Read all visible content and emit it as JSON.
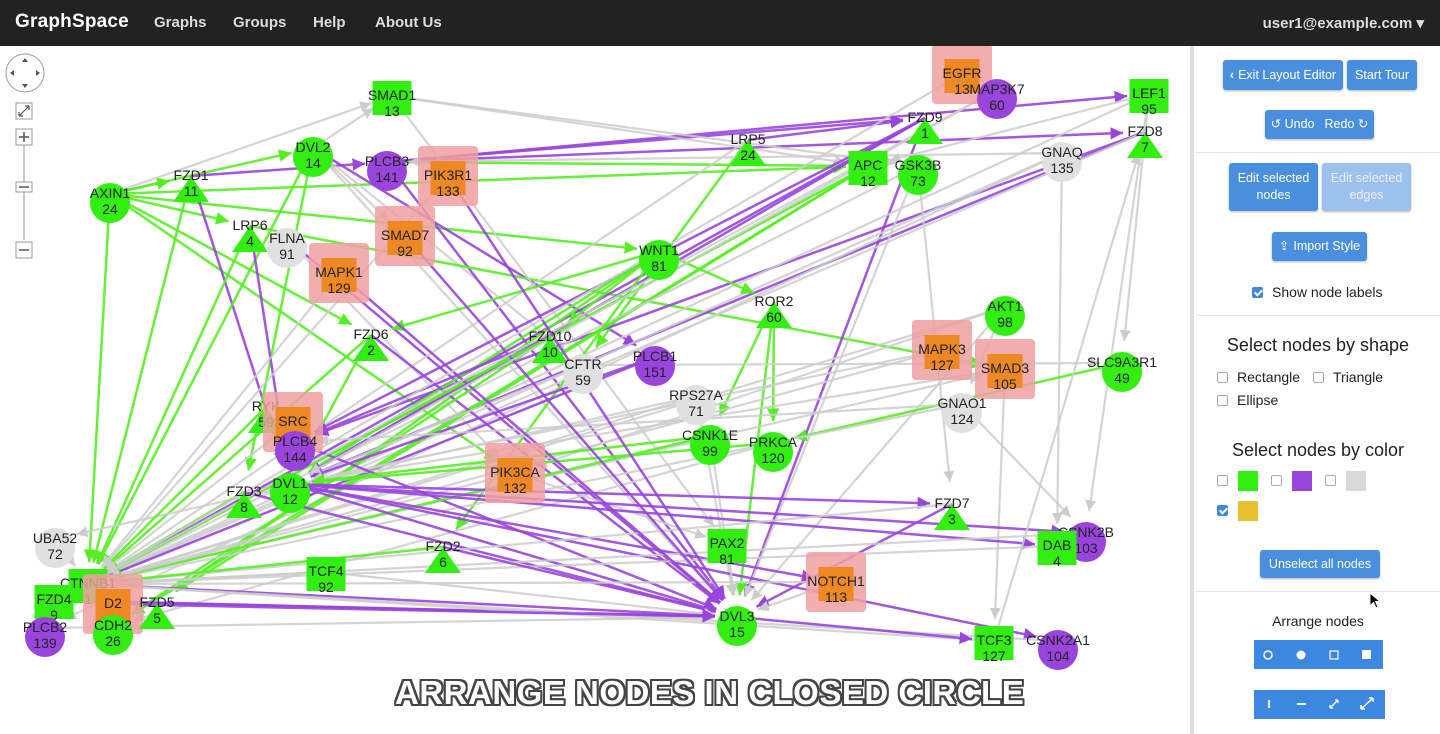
{
  "navbar": {
    "brand": "GraphSpace",
    "items": [
      "Graphs",
      "Groups",
      "Help",
      "About Us"
    ],
    "user": "user1@example.com ▾"
  },
  "toolbar": {
    "exit_layout": "Exit Layout Editor",
    "start_tour": "Start Tour",
    "undo": "Undo",
    "redo": "Redo",
    "edit_nodes": "Edit selected nodes",
    "edit_edges": "Edit selected edges",
    "import_style": "Import Style",
    "show_labels": "Show node labels",
    "unselect_all": "Unselect all nodes"
  },
  "shape_select": {
    "title": "Select nodes by shape",
    "options": [
      "Rectangle",
      "Triangle",
      "Ellipse"
    ]
  },
  "color_select": {
    "title": "Select nodes by color",
    "colors": [
      "#33ee11",
      "#9944dd",
      "#d8d8d8",
      "#e8c030"
    ],
    "checked": [
      false,
      false,
      false,
      true
    ]
  },
  "arrange": {
    "title": "Arrange nodes",
    "row1_icons": [
      "circle-outline-icon",
      "circle-filled-icon",
      "square-outline-icon",
      "square-filled-icon"
    ],
    "row2_icons": [
      "vertical-line-icon",
      "horizontal-line-icon",
      "diagonal-compress-icon",
      "diagonal-expand-icon"
    ]
  },
  "overlay_caption": "ARRANGE NODES IN CLOSED CIRCLE",
  "graph": {
    "colors": {
      "green": "#33ee11",
      "purple": "#9944dd",
      "orange": "#ee8822",
      "grey": "#e0e0e0",
      "pink": "#f0a0a0",
      "edge_grey": "#cccccc",
      "edge_green": "#55ee22",
      "edge_purple": "#9944dd"
    },
    "nodes": [
      {
        "id": "SMAD1",
        "label": "SMAD1",
        "num": "13",
        "shape": "rect",
        "color": "green"
      },
      {
        "id": "EGFR",
        "label": "EGFR",
        "num": "13",
        "shape": "rect",
        "color": "orange",
        "hl": true
      },
      {
        "id": "MAP3K7",
        "label": "MAP3K7",
        "num": "60",
        "shape": "circle",
        "color": "purple"
      },
      {
        "id": "LEF1",
        "label": "LEF1",
        "num": "95",
        "shape": "rect",
        "color": "green"
      },
      {
        "id": "FZD9",
        "label": "FZD9",
        "num": "1",
        "shape": "tri",
        "color": "green"
      },
      {
        "id": "FZD8",
        "label": "FZD8",
        "num": "7",
        "shape": "tri",
        "color": "green"
      },
      {
        "id": "LRP5",
        "label": "LRP5",
        "num": "24",
        "shape": "tri",
        "color": "green"
      },
      {
        "id": "GNAQ",
        "label": "GNAQ",
        "num": "135",
        "shape": "circle",
        "color": "grey"
      },
      {
        "id": "DVL2",
        "label": "DVL2",
        "num": "14",
        "shape": "circle",
        "color": "green"
      },
      {
        "id": "PLCB3",
        "label": "PLCB3",
        "num": "141",
        "shape": "circle",
        "color": "purple"
      },
      {
        "id": "PIK3R1",
        "label": "PIK3R1",
        "num": "133",
        "shape": "rect",
        "color": "orange",
        "hl": true
      },
      {
        "id": "APC",
        "label": "APC",
        "num": "12",
        "shape": "rect",
        "color": "green"
      },
      {
        "id": "GSK3B",
        "label": "GSK3B",
        "num": "73",
        "shape": "circle",
        "color": "green"
      },
      {
        "id": "FZD1",
        "label": "FZD1",
        "num": "11",
        "shape": "tri",
        "color": "green"
      },
      {
        "id": "AXIN1",
        "label": "AXIN1",
        "num": "24",
        "shape": "circle",
        "color": "green"
      },
      {
        "id": "LRP6",
        "label": "LRP6",
        "num": "4",
        "shape": "tri",
        "color": "green"
      },
      {
        "id": "FLNA",
        "label": "FLNA",
        "num": "91",
        "shape": "circle",
        "color": "grey"
      },
      {
        "id": "SMAD7",
        "label": "SMAD7",
        "num": "92",
        "shape": "rect",
        "color": "orange",
        "hl": true
      },
      {
        "id": "WNT1",
        "label": "WNT1",
        "num": "81",
        "shape": "circle",
        "color": "green"
      },
      {
        "id": "MAPK1",
        "label": "MAPK1",
        "num": "129",
        "shape": "rect",
        "color": "orange",
        "hl": true
      },
      {
        "id": "ROR2",
        "label": "ROR2",
        "num": "60",
        "shape": "tri",
        "color": "green"
      },
      {
        "id": "AKT1",
        "label": "AKT1",
        "num": "98",
        "shape": "circle",
        "color": "green"
      },
      {
        "id": "FZD6",
        "label": "FZD6",
        "num": "2",
        "shape": "tri",
        "color": "green"
      },
      {
        "id": "FZD10",
        "label": "FZD10",
        "num": "10",
        "shape": "tri",
        "color": "green"
      },
      {
        "id": "CFTR",
        "label": "CFTR",
        "num": "59",
        "shape": "circle",
        "color": "grey"
      },
      {
        "id": "PLCB1",
        "label": "PLCB1",
        "num": "151",
        "shape": "circle",
        "color": "purple"
      },
      {
        "id": "MAPK3",
        "label": "MAPK3",
        "num": "127",
        "shape": "rect",
        "color": "orange",
        "hl": true
      },
      {
        "id": "SMAD3",
        "label": "SMAD3",
        "num": "105",
        "shape": "rect",
        "color": "orange",
        "hl": true
      },
      {
        "id": "SLC9A3R1",
        "label": "SLC9A3R1",
        "num": "49",
        "shape": "circle",
        "color": "green"
      },
      {
        "id": "RPS27A",
        "label": "RPS27A",
        "num": "71",
        "shape": "circle",
        "color": "grey"
      },
      {
        "id": "GNAO1",
        "label": "GNAO1",
        "num": "124",
        "shape": "circle",
        "color": "grey"
      },
      {
        "id": "RYK",
        "label": "RYK",
        "num": "59",
        "shape": "tri",
        "color": "green"
      },
      {
        "id": "SRC",
        "label": "SRC",
        "num": "",
        "shape": "rect",
        "color": "orange",
        "hl": true
      },
      {
        "id": "PLCB4",
        "label": "PLCB4",
        "num": "144",
        "shape": "circle",
        "color": "purple"
      },
      {
        "id": "CSNK1E",
        "label": "CSNK1E",
        "num": "99",
        "shape": "circle",
        "color": "green"
      },
      {
        "id": "PRKCA",
        "label": "PRKCA",
        "num": "120",
        "shape": "circle",
        "color": "green"
      },
      {
        "id": "PIK3CA",
        "label": "PIK3CA",
        "num": "132",
        "shape": "rect",
        "color": "orange",
        "hl": true
      },
      {
        "id": "FZD3",
        "label": "FZD3",
        "num": "8",
        "shape": "tri",
        "color": "green"
      },
      {
        "id": "DVL1",
        "label": "DVL1",
        "num": "12",
        "shape": "circle",
        "color": "green"
      },
      {
        "id": "FZD7",
        "label": "FZD7",
        "num": "3",
        "shape": "tri",
        "color": "green"
      },
      {
        "id": "CSNK2B",
        "label": "CSNK2B",
        "num": "103",
        "shape": "circle",
        "color": "purple"
      },
      {
        "id": "DAB",
        "label": "DAB",
        "num": "4",
        "shape": "rect",
        "color": "green"
      },
      {
        "id": "UBA52",
        "label": "UBA52",
        "num": "72",
        "shape": "circle",
        "color": "grey"
      },
      {
        "id": "PAX2",
        "label": "PAX2",
        "num": "81",
        "shape": "rect",
        "color": "green"
      },
      {
        "id": "FZD2",
        "label": "FZD2",
        "num": "6",
        "shape": "tri",
        "color": "green"
      },
      {
        "id": "TCF4",
        "label": "TCF4",
        "num": "92",
        "shape": "rect",
        "color": "green"
      },
      {
        "id": "NOTCH1",
        "label": "NOTCH1",
        "num": "113",
        "shape": "rect",
        "color": "orange",
        "hl": true
      },
      {
        "id": "CTNNB1",
        "label": "CTNNB1",
        "num": "1",
        "shape": "rect",
        "color": "green"
      },
      {
        "id": "FZD4",
        "label": "FZD4",
        "num": "9",
        "shape": "rect",
        "color": "green"
      },
      {
        "id": "D2",
        "label": "D2",
        "num": "",
        "shape": "rect",
        "color": "orange",
        "hl": true
      },
      {
        "id": "FZD5",
        "label": "FZD5",
        "num": "5",
        "shape": "tri",
        "color": "green"
      },
      {
        "id": "PLCB2",
        "label": "PLCB2",
        "num": "139",
        "shape": "circle",
        "color": "purple"
      },
      {
        "id": "CDH2",
        "label": "CDH2",
        "num": "26",
        "shape": "circle",
        "color": "green"
      },
      {
        "id": "DVL3",
        "label": "DVL3",
        "num": "15",
        "shape": "circle",
        "color": "green"
      },
      {
        "id": "TCF3",
        "label": "TCF3",
        "num": "127",
        "shape": "rect",
        "color": "green"
      },
      {
        "id": "CSNK2A1",
        "label": "CSNK2A1",
        "num": "104",
        "shape": "circle",
        "color": "purple"
      }
    ],
    "edges": [
      [
        "AXIN1",
        "FZD1",
        "green"
      ],
      [
        "AXIN1",
        "DVL2",
        "green"
      ],
      [
        "AXIN1",
        "LRP6",
        "green"
      ],
      [
        "AXIN1",
        "SMAD1",
        "grey"
      ],
      [
        "AXIN1",
        "FZD6",
        "green"
      ],
      [
        "AXIN1",
        "WNT1",
        "green"
      ],
      [
        "AXIN1",
        "PIK3CA",
        "green"
      ],
      [
        "AXIN1",
        "CTNNB1",
        "green"
      ],
      [
        "AXIN1",
        "APC",
        "green"
      ],
      [
        "FZD1",
        "PLCB3",
        "purple"
      ],
      [
        "FZD1",
        "CTNNB1",
        "green"
      ],
      [
        "FZD1",
        "DVL1",
        "purple"
      ],
      [
        "DVL2",
        "PLCB1",
        "purple"
      ],
      [
        "DVL2",
        "SMAD7",
        "grey"
      ],
      [
        "DVL2",
        "FZD3",
        "green"
      ],
      [
        "DVL2",
        "CTNNB1",
        "green"
      ],
      [
        "DVL2",
        "DVL3",
        "grey"
      ],
      [
        "DVL2",
        "CFTR",
        "grey"
      ],
      [
        "DVL2",
        "SMAD1",
        "grey"
      ],
      [
        "PLCB3",
        "FZD9",
        "purple"
      ],
      [
        "PLCB3",
        "FZD8",
        "purple"
      ],
      [
        "PLCB3",
        "LEF1",
        "purple"
      ],
      [
        "PLCB3",
        "DVL3",
        "purple"
      ],
      [
        "PLCB3",
        "APC",
        "green"
      ],
      [
        "LRP6",
        "DVL1",
        "purple"
      ],
      [
        "LRP6",
        "CTNNB1",
        "green"
      ],
      [
        "LRP6",
        "SMAD3",
        "green"
      ],
      [
        "FLNA",
        "PIK3CA",
        "grey"
      ],
      [
        "FLNA",
        "DVL3",
        "purple"
      ],
      [
        "SMAD1",
        "APC",
        "grey"
      ],
      [
        "SMAD1",
        "GSK3B",
        "grey"
      ],
      [
        "SMAD1",
        "PAX2",
        "grey"
      ],
      [
        "LRP5",
        "FZD9",
        "purple"
      ],
      [
        "LRP5",
        "CFTR",
        "green"
      ],
      [
        "LRP5",
        "CTNNB1",
        "grey"
      ],
      [
        "FZD9",
        "DVL1",
        "purple"
      ],
      [
        "FZD9",
        "DVL3",
        "purple"
      ],
      [
        "FZD9",
        "PLCB4",
        "purple"
      ],
      [
        "FZD9",
        "CTNNB1",
        "purple"
      ],
      [
        "FZD8",
        "DVL1",
        "purple"
      ],
      [
        "FZD8",
        "PLCB4",
        "purple"
      ],
      [
        "FZD8",
        "CTNNB1",
        "grey"
      ],
      [
        "LEF1",
        "CTNNB1",
        "grey"
      ],
      [
        "LEF1",
        "APC",
        "grey"
      ],
      [
        "LEF1",
        "CSNK2B",
        "grey"
      ],
      [
        "LEF1",
        "SLC9A3R1",
        "grey"
      ],
      [
        "GNAQ",
        "PLCB3",
        "grey"
      ],
      [
        "GNAQ",
        "CTNNB1",
        "grey"
      ],
      [
        "GNAQ",
        "PLCB2",
        "grey"
      ],
      [
        "GNAQ",
        "DAB",
        "grey"
      ],
      [
        "APC",
        "CTNNB1",
        "green"
      ],
      [
        "APC",
        "CDH2",
        "green"
      ],
      [
        "APC",
        "FZD5",
        "green"
      ],
      [
        "GSK3B",
        "CTNNB1",
        "grey"
      ],
      [
        "GSK3B",
        "DVL3",
        "grey"
      ],
      [
        "GSK3B",
        "FZD7",
        "grey"
      ],
      [
        "WNT1",
        "FZD6",
        "green"
      ],
      [
        "WNT1",
        "FZD10",
        "green"
      ],
      [
        "WNT1",
        "ROR2",
        "green"
      ],
      [
        "WNT1",
        "DVL1",
        "green"
      ],
      [
        "WNT1",
        "FZD2",
        "green"
      ],
      [
        "WNT1",
        "FZD5",
        "green"
      ],
      [
        "ROR2",
        "DVL3",
        "green"
      ],
      [
        "ROR2",
        "PRKCA",
        "green"
      ],
      [
        "ROR2",
        "CSNK1E",
        "green"
      ],
      [
        "AKT1",
        "CTNNB1",
        "grey"
      ],
      [
        "AKT1",
        "GNAO1",
        "grey"
      ],
      [
        "AKT1",
        "DVL3",
        "grey"
      ],
      [
        "AKT1",
        "PIK3CA",
        "grey"
      ],
      [
        "FZD6",
        "DVL3",
        "purple"
      ],
      [
        "FZD6",
        "DVL1",
        "green"
      ],
      [
        "FZD6",
        "CTNNB1",
        "green"
      ],
      [
        "FZD10",
        "DVL1",
        "purple"
      ],
      [
        "FZD10",
        "PLCB4",
        "purple"
      ],
      [
        "FZD10",
        "CTNNB1",
        "green"
      ],
      [
        "FZD10",
        "CDH2",
        "green"
      ],
      [
        "CFTR",
        "DVL1",
        "grey"
      ],
      [
        "CFTR",
        "SLC9A3R1",
        "grey"
      ],
      [
        "PLCB1",
        "CTNNB1",
        "purple"
      ],
      [
        "PLCB1",
        "DVL1",
        "purple"
      ],
      [
        "MAPK3",
        "DVL1",
        "grey"
      ],
      [
        "MAPK3",
        "CTNNB1",
        "grey"
      ],
      [
        "SMAD3",
        "CTNNB1",
        "grey"
      ],
      [
        "SMAD3",
        "DVL1",
        "grey"
      ],
      [
        "SMAD3",
        "TCF3",
        "grey"
      ],
      [
        "SLC9A3R1",
        "PRKCA",
        "green"
      ],
      [
        "RPS27A",
        "UBA52",
        "grey"
      ],
      [
        "RPS27A",
        "CTNNB1",
        "grey"
      ],
      [
        "RPS27A",
        "DVL3",
        "grey"
      ],
      [
        "GNAO1",
        "PLCB4",
        "grey"
      ],
      [
        "GNAO1",
        "CTNNB1",
        "grey"
      ],
      [
        "GNAO1",
        "CSNK2B",
        "grey"
      ],
      [
        "RYK",
        "DVL1",
        "green"
      ],
      [
        "RYK",
        "CTNNB1",
        "green"
      ],
      [
        "PLCB4",
        "DVL3",
        "purple"
      ],
      [
        "CSNK1E",
        "DVL1",
        "green"
      ],
      [
        "CSNK1E",
        "CTNNB1",
        "green"
      ],
      [
        "CSNK1E",
        "DVL3",
        "grey"
      ],
      [
        "PRKCA",
        "DVL1",
        "green"
      ],
      [
        "PRKCA",
        "CDH2",
        "grey"
      ],
      [
        "PIK3CA",
        "CTNNB1",
        "grey"
      ],
      [
        "PIK3CA",
        "PAX2",
        "grey"
      ],
      [
        "FZD3",
        "DVL3",
        "purple"
      ],
      [
        "FZD3",
        "CTNNB1",
        "green"
      ],
      [
        "DVL1",
        "FZD7",
        "purple"
      ],
      [
        "DVL1",
        "DAB",
        "purple"
      ],
      [
        "DVL1",
        "CSNK2B",
        "purple"
      ],
      [
        "DVL1",
        "DVL3",
        "purple"
      ],
      [
        "DVL1",
        "NOTCH1",
        "purple"
      ],
      [
        "DVL1",
        "CSNK2A1",
        "purple"
      ],
      [
        "FZD7",
        "DVL3",
        "purple"
      ],
      [
        "FZD7",
        "CTNNB1",
        "grey"
      ],
      [
        "DAB",
        "CTNNB1",
        "grey"
      ],
      [
        "CSNK2B",
        "CTNNB1",
        "grey"
      ],
      [
        "UBA52",
        "CTNNB1",
        "grey"
      ],
      [
        "PAX2",
        "DVL3",
        "grey"
      ],
      [
        "FZD2",
        "DVL3",
        "purple"
      ],
      [
        "FZD2",
        "CTNNB1",
        "green"
      ],
      [
        "TCF4",
        "CTNNB1",
        "grey"
      ],
      [
        "TCF4",
        "DVL3",
        "grey"
      ],
      [
        "NOTCH1",
        "DVL3",
        "grey"
      ],
      [
        "NOTCH1",
        "CTNNB1",
        "grey"
      ],
      [
        "CTNNB1",
        "DVL3",
        "purple"
      ],
      [
        "CTNNB1",
        "CDH2",
        "green"
      ],
      [
        "FZD5",
        "DVL3",
        "purple"
      ],
      [
        "FZD4",
        "DVL3",
        "purple"
      ],
      [
        "FZD4",
        "CTNNB1",
        "green"
      ],
      [
        "PLCB2",
        "DVL3",
        "grey"
      ],
      [
        "TCF3",
        "CTNNB1",
        "grey"
      ],
      [
        "TCF3",
        "FZD8",
        "grey"
      ],
      [
        "CSNK2A1",
        "CTNNB1",
        "grey"
      ],
      [
        "DVL3",
        "TCF3",
        "purple"
      ],
      [
        "MAPK1",
        "CTNNB1",
        "grey"
      ],
      [
        "MAPK1",
        "DVL3",
        "purple"
      ],
      [
        "PIK3R1",
        "CTNNB1",
        "grey"
      ],
      [
        "PIK3R1",
        "DVL3",
        "purple"
      ],
      [
        "SMAD7",
        "DVL3",
        "purple"
      ],
      [
        "EGFR",
        "CTNNB1",
        "grey"
      ],
      [
        "MAP3K7",
        "CTNNB1",
        "grey"
      ],
      [
        "MAP3K7",
        "DVL1",
        "grey"
      ],
      [
        "SRC",
        "CTNNB1",
        "grey"
      ],
      [
        "D2",
        "DVL3",
        "purple"
      ]
    ]
  }
}
